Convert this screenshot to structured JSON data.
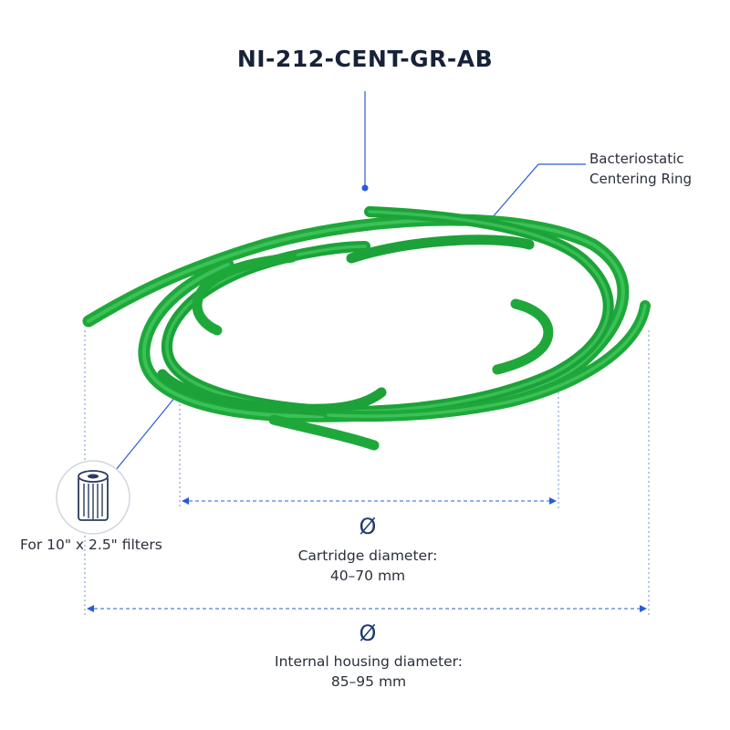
{
  "title": "NI-212-CENT-GR-AB",
  "callout": {
    "line1": "Bacteriostatic",
    "line2": "Centering Ring"
  },
  "filter": {
    "label": "For 10\" x 2.5\" filters",
    "icon": "filter-cartridge-icon"
  },
  "cartridge_dimension": {
    "symbol": "Ø",
    "label": "Cartridge diameter:",
    "value": "40–70 mm"
  },
  "housing_dimension": {
    "symbol": "Ø",
    "label": "Internal housing diameter:",
    "value": "85–95 mm"
  },
  "colors": {
    "ring_green": "#1fa83a",
    "ring_dark": "#128a2b",
    "accent_blue": "#2a5bd7",
    "text_dark": "#17223a"
  }
}
